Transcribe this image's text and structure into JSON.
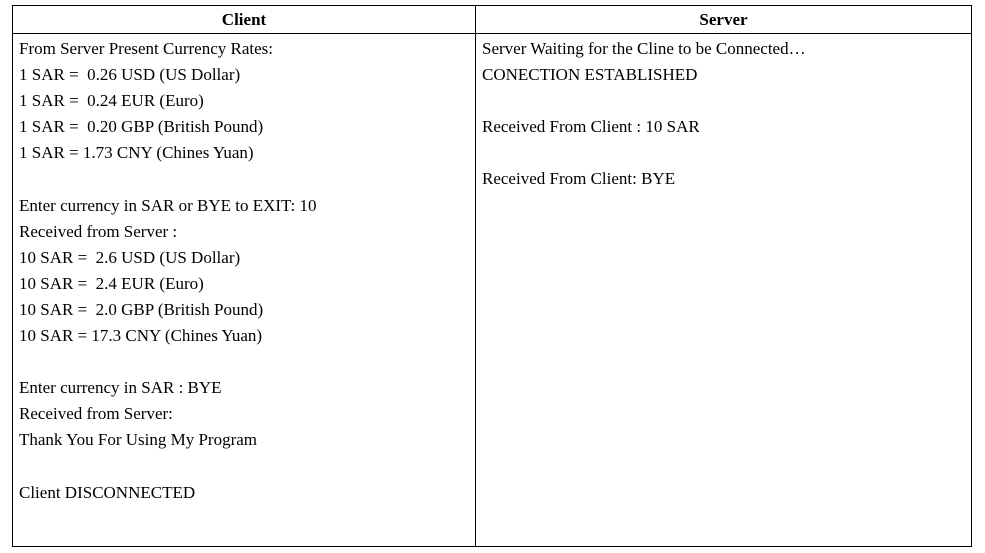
{
  "table": {
    "headers": {
      "client": "Client",
      "server": "Server"
    },
    "client_lines": [
      "From Server Present Currency Rates:",
      "1 SAR =  0.26 USD (US Dollar)",
      "1 SAR =  0.24 EUR (Euro)",
      "1 SAR =  0.20 GBP (British Pound)",
      "1 SAR = 1.73 CNY (Chines Yuan)",
      "",
      "Enter currency in SAR or BYE to EXIT: 10",
      "Received from Server :",
      "10 SAR =  2.6 USD (US Dollar)",
      "10 SAR =  2.4 EUR (Euro)",
      "10 SAR =  2.0 GBP (British Pound)",
      "10 SAR = 17.3 CNY (Chines Yuan)",
      "",
      "Enter currency in SAR : BYE",
      "Received from Server:",
      "Thank You For Using My Program",
      "",
      "Client DISCONNECTED"
    ],
    "server_lines": [
      "Server Waiting for the Cline to be Connected…",
      "CONECTION ESTABLISHED",
      "",
      "Received From Client : 10 SAR",
      "",
      "Received From Client: BYE"
    ]
  }
}
